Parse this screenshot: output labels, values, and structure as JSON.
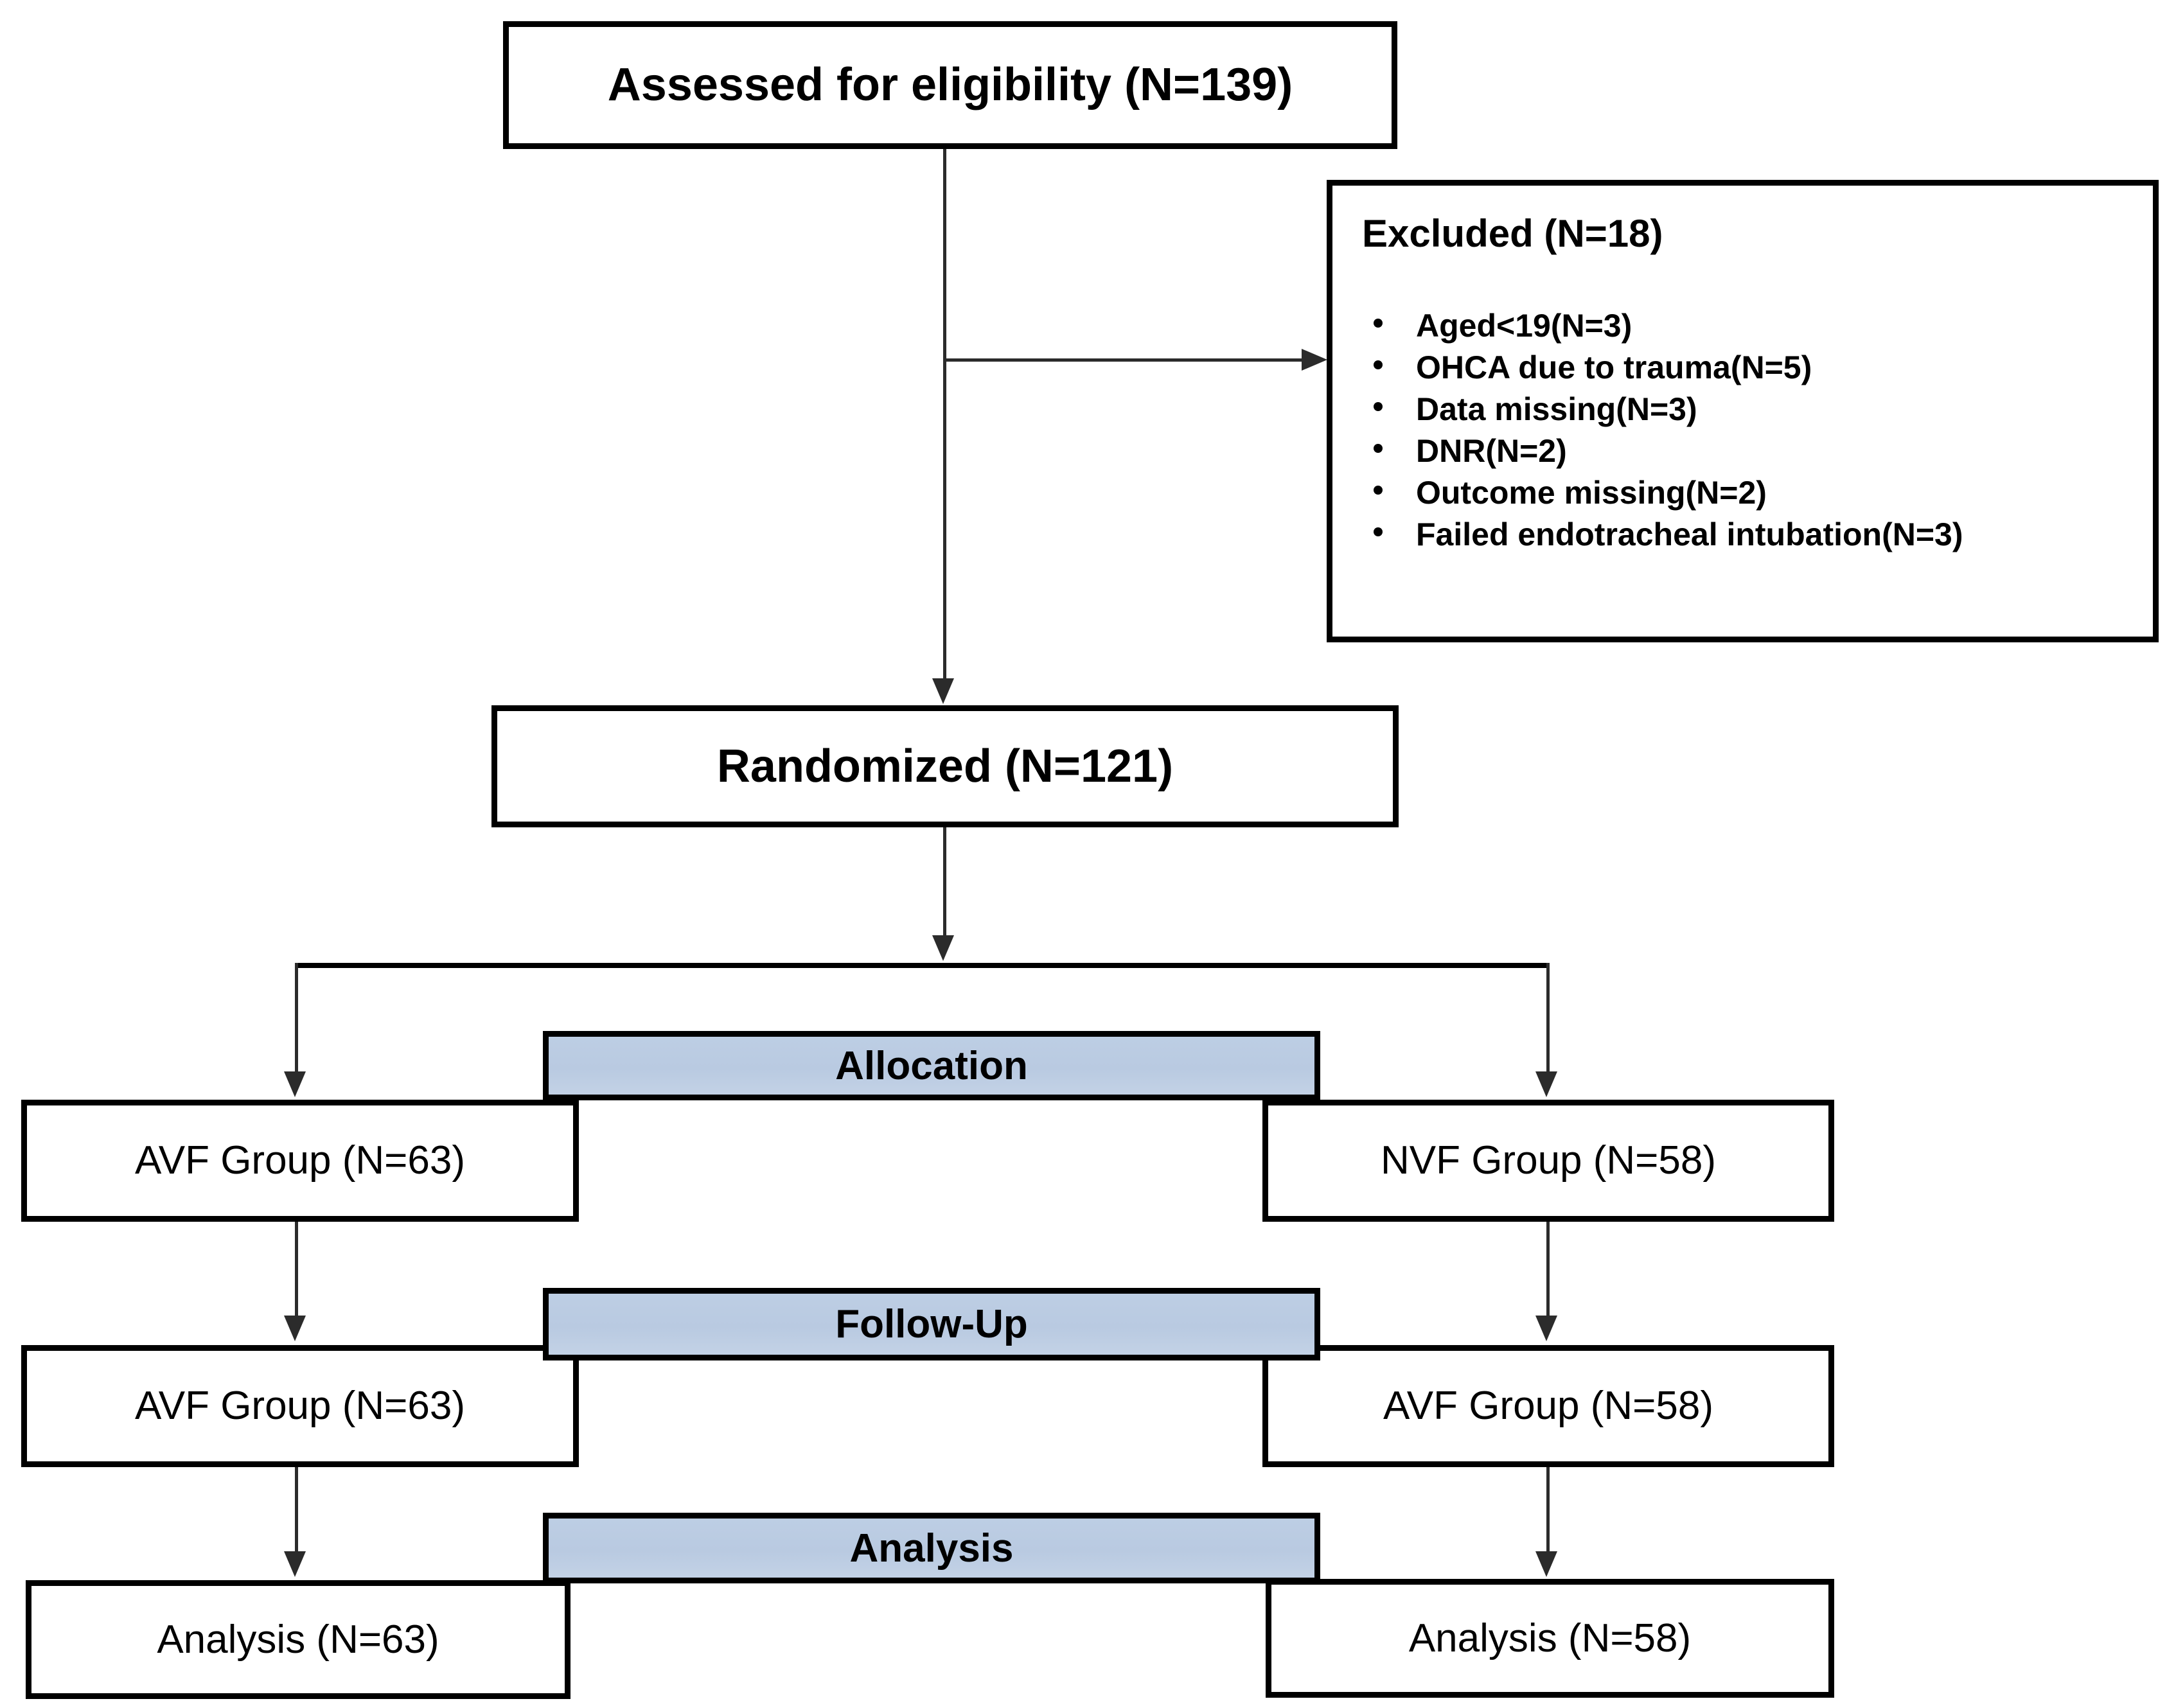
{
  "diagram": {
    "type": "CONSORT participant flow diagram",
    "accent_blue": "#b9cae1",
    "line_color": "#2b2b2b",
    "border_color": "#000000"
  },
  "nodes": {
    "eligibility": {
      "label": "Assessed for eligibility (N=139)"
    },
    "randomized": {
      "label": "Randomized  (N=121)"
    },
    "excluded": {
      "title": "Excluded (N=18)",
      "items": [
        "Aged<19(N=3)",
        "OHCA due to trauma(N=5)",
        "Data missing(N=3)",
        "DNR(N=2)",
        "Outcome missing(N=2)",
        "Failed endotracheal intubation(N=3)"
      ]
    }
  },
  "stages": [
    {
      "banner": "Allocation",
      "left": "AVF Group (N=63)",
      "right": "NVF Group (N=58)"
    },
    {
      "banner": "Follow-Up",
      "left": "AVF Group (N=63)",
      "right": "AVF Group (N=58)"
    },
    {
      "banner": "Analysis",
      "left": "Analysis (N=63)",
      "right": "Analysis (N=58)"
    }
  ]
}
